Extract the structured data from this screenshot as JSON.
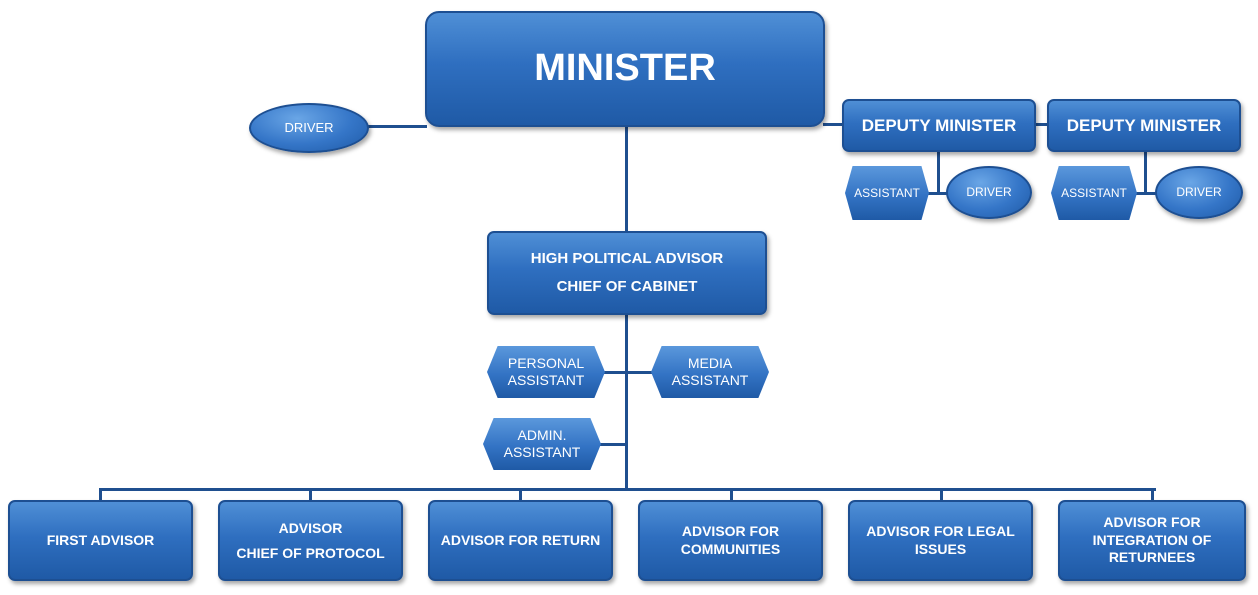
{
  "minister": {
    "label": "MINISTER"
  },
  "driver": {
    "label": "DRIVER"
  },
  "deputy_ministers": [
    {
      "label": "DEPUTY MINISTER",
      "assistant": "ASSISTANT",
      "driver": "DRIVER"
    },
    {
      "label": "DEPUTY MINISTER",
      "assistant": "ASSISTANT",
      "driver": "DRIVER"
    }
  ],
  "chief": {
    "line1": "HIGH POLITICAL ADVISOR",
    "line2": "CHIEF OF CABINET"
  },
  "support": {
    "personal": [
      "PERSONAL",
      "ASSISTANT"
    ],
    "media": [
      "MEDIA",
      "ASSISTANT"
    ],
    "admin": [
      "ADMIN.",
      "ASSISTANT"
    ]
  },
  "advisors": [
    {
      "lines": [
        "FIRST ADVISOR"
      ]
    },
    {
      "lines": [
        "ADVISOR",
        "CHIEF OF PROTOCOL"
      ]
    },
    {
      "lines": [
        "ADVISOR FOR RETURN"
      ]
    },
    {
      "lines": [
        "ADVISOR FOR",
        "COMMUNITIES"
      ]
    },
    {
      "lines": [
        "ADVISOR FOR LEGAL",
        "ISSUES"
      ]
    },
    {
      "lines": [
        "ADVISOR FOR",
        "INTEGRATION OF",
        "RETURNEES"
      ]
    }
  ],
  "colors": {
    "box": "#2f6fc0",
    "line": "#1f4f8f",
    "text": "#ffffff"
  }
}
